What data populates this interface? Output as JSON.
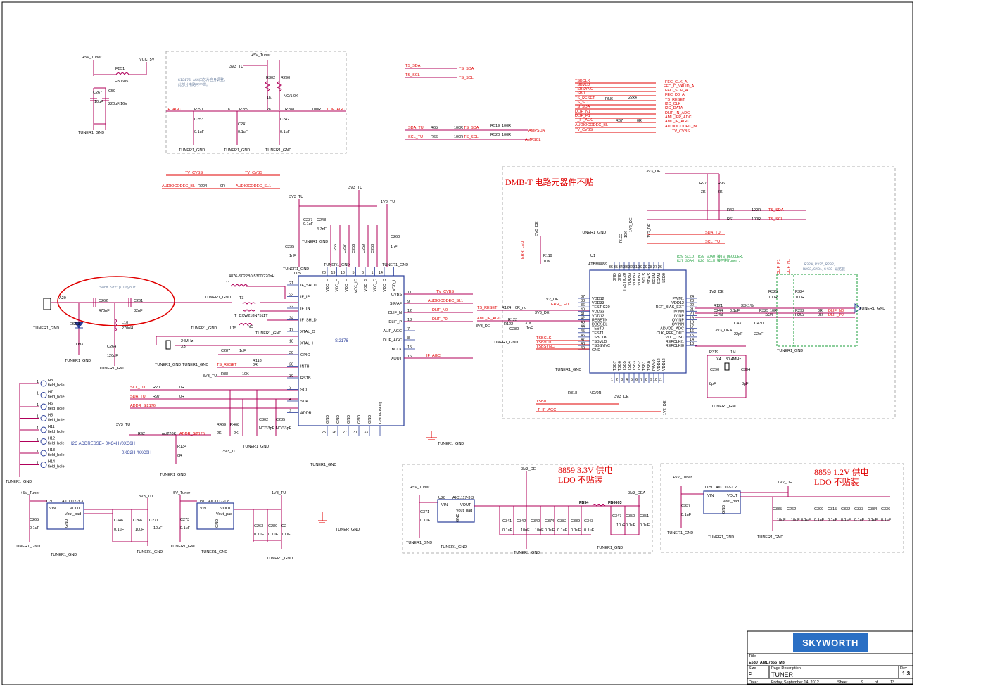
{
  "title_block": {
    "brand": "SKYWORTH",
    "title_label": "Title",
    "title_value": "E580_AML7366_M3",
    "size_label": "Size",
    "size_value": "C",
    "page_desc_label": "Page Description",
    "page_desc_value": "TUNER",
    "rev_label": "Rev",
    "rev_value": "1.3",
    "date_label": "Date:",
    "date_value": "Friday, September 14, 2012",
    "sheet_label": "Sheet",
    "sheet_value": "9",
    "of_label": "of",
    "of_value": "13"
  },
  "notes": {
    "strip_layout": "75ohm Strip Layout",
    "si2176_note1": "SI2176 AGC由芯片自身调整,",
    "si2176_note2": "此部分电路可不焊。",
    "dmbt_title": "DMB-T 电路元器件不贴",
    "i2c_address1": "I2C ADDRESSE= 0XC4H /0XC6H",
    "i2c_address2": "0XC2H /0XC0H",
    "ldo33_line1": "8859 3.3V 供电",
    "ldo33_line2": "LDO 不贴装",
    "ldo12_line1": "8859 1.2V 供电",
    "ldo12_line2": "LDO 不贴装",
    "sda_note1": "R29 SCLO, R30 SDAO 接TS DECODER,",
    "sda_note2": "R27 SDAM, R26 SCLM 接控制Tuner.",
    "resistor_note": "R324,R325,R282,",
    "resistor_note2": "R293,C431,C430 请贴装"
  },
  "chips": {
    "u25": {
      "ref": "U25",
      "part": "Si2176",
      "left_pins": [
        "IF_SHLD",
        "IF_IP",
        "IF_IN",
        "IF_SHLD",
        "XTAL_O",
        "XTAL_I",
        "GPIO",
        "INTB",
        "RSTB",
        "SCL",
        "SDA",
        "ADDR"
      ],
      "left_nums": [
        "21",
        "23",
        "22",
        "24",
        "17",
        "18",
        "29",
        "28",
        "30",
        "3",
        "4",
        "2"
      ],
      "right_pins": [
        "CVBS",
        "SIF/AF",
        "DLIF_N",
        "DLIF_P",
        "ALIF_AGC",
        "DLIF_AGC",
        "BCLK",
        "XOUT"
      ],
      "right_nums": [
        "11",
        "9",
        "12",
        "13",
        "7",
        "8",
        "15",
        "16"
      ],
      "top_pins": [
        "VDD_H",
        "VDD_H",
        "VDD_H",
        "VCC_IO",
        "VDD_S",
        "VDD_D",
        "VDD_D",
        "VDD_L"
      ],
      "top_nums": [
        "20",
        "19",
        "10",
        "5",
        "6",
        "1",
        "14"
      ],
      "bottom_pins": [
        "GND",
        "GND",
        "GND",
        "GND",
        "GND",
        "GND(EPAD)"
      ],
      "bottom_nums": [
        "25",
        "26",
        "27",
        "31",
        "33"
      ]
    },
    "u1": {
      "ref": "U1",
      "part": "ATBM8859",
      "left_pins": [
        "VDD12",
        "VDD33",
        "TESTIC20",
        "VDD33",
        "VDD12",
        "RESETN",
        "DBGSEL",
        "TEST0",
        "TEST1",
        "TSBCLK",
        "TSBVLD",
        "TSBSYNC",
        "GND"
      ],
      "left_nums": [
        "37",
        "38",
        "36",
        "40",
        "41",
        "42",
        "43",
        "44",
        "45",
        "46",
        "47",
        "48",
        "49"
      ],
      "right_pins": [
        "PWM1",
        "VDD12",
        "REF_BIAS_EXT",
        "IVINN",
        "IVINP",
        "QVINP",
        "QVINN",
        "ADVDD_ADC",
        "CLK_REF_OUT",
        "VDD_OSC",
        "REFCLKI1",
        "REFCLKI0"
      ],
      "right_nums": [
        "24",
        "23",
        "22",
        "21",
        "20",
        "19",
        "18",
        "17",
        "16",
        "15",
        "14",
        "13"
      ],
      "top_pins": [
        "GND",
        "GND",
        "TESTIC20",
        "VDD33",
        "VDD33",
        "VDD33",
        "SCLS",
        "SDAS",
        "SCLM",
        "SDAM",
        "LED0"
      ],
      "top_nums": [
        "36",
        "35",
        "34",
        "33",
        "32",
        "31",
        "30",
        "29",
        "28",
        "27",
        "26",
        "25"
      ],
      "bottom_pins": [
        "TSB7",
        "TSB6",
        "TSB5",
        "TSB4",
        "TSB3",
        "TSB2",
        "TSB1",
        "TSB0",
        "PWM0",
        "VDD12",
        "VDD12"
      ],
      "bottom_nums": [
        "1",
        "2",
        "3",
        "4",
        "5",
        "6",
        "7",
        "8",
        "9",
        "10",
        "11",
        "12"
      ]
    }
  },
  "nets": {
    "tuner_gnd": "TUNER1_GND",
    "tuner_gnd2": "TUNER_GND",
    "v5": "+5V_Tuner",
    "v33": "3V3_TU",
    "v18": "1V8_TU",
    "v33de": "3V3_DE",
    "v12de": "1V2_DE",
    "v33dea": "3V3_DEA",
    "vcc5v": "VCC_5V",
    "ts_sda": "TS_SDA",
    "ts_scl": "TS_SCL",
    "sda_tu": "SDA_TU",
    "scl_tu": "SCL_TU",
    "amp_sda": "AMPSDA",
    "amp_scl": "AMPSCL",
    "if_agc": "IF_AGC",
    "t_if_agc": "T_IF_AGC",
    "tv_cvbs": "TV_CVBS",
    "audio_bl": "AUDIOCODEC_BL",
    "audio_sl1": "AUDIOCODEC_SL1",
    "ts_reset": "TS_RESET",
    "dlif_n": "DLIF_N0",
    "dlif_p": "DLIF_P0",
    "dlif_n1": "DLIF_N1",
    "dlif_p1": "DLIF_P1",
    "aml_if_agc": "AML_IF_AGC",
    "addr_si": "ADDR_Si2176",
    "err_led": "ERR_LED",
    "tsb0": "TSB0",
    "tsbclk": "TSBCLK",
    "tsbvld": "TSBVLD",
    "tsbsync": "TSBSYNC",
    "tsb_d0": "TSB0",
    "fec_clk": "FEC_CLK_A",
    "fec_valid": "FEC_D_VALID_A",
    "fec_sop": "FEC_SOP_A",
    "fec_d0": "FEC_D0_A",
    "i2c_clk": "I2C_CLK",
    "i2c_data": "I2C_DATA",
    "dlif_adc": "DLIF_IN_ADC",
    "aml_ifp_adc": "AML_IFP_ADC",
    "aml_if_agc2": "AML_IF_AGC",
    "audio_bl2": "AUDIOCODEC_BL",
    "tv_cvbs2": "TV_CVBS"
  },
  "regulators": [
    {
      "ref": "U30",
      "part": "AIC1117-3.3",
      "vin": "VIN",
      "vout": "VOUT",
      "pad": "Vout_pad",
      "gnd": "GND"
    },
    {
      "ref": "U31",
      "part": "AIC1117-1.8",
      "vin": "VIN",
      "vout": "VOUT",
      "pad": "Vout_pad",
      "gnd": "GND"
    },
    {
      "ref": "U28",
      "part": "AIC1117-3.3",
      "vin": "VIN",
      "vout": "VOUT",
      "pad": "Vout_pad",
      "gnd": "GND"
    },
    {
      "ref": "U29",
      "part": "AIC1117-1.2",
      "vin": "VIN",
      "vout": "VOUT",
      "pad": "Vout_pad",
      "gnd": "GND"
    }
  ],
  "field_holes": [
    "H8",
    "H7",
    "H6",
    "H5",
    "H11",
    "H12",
    "H13",
    "H14"
  ],
  "field_hole_label": "field_hole",
  "parts": {
    "fb51": "FB51",
    "fb0605": "FB0605",
    "c267": "C267",
    "c59": "C59",
    "c59v": "220uF/16V",
    "c267v": "10uF",
    "r291": "R291",
    "r289": "R289",
    "r288": "R288",
    "r302": "R302",
    "r290": "R290",
    "nc1k": "NC/1.0K",
    "c253": "C253",
    "c241": "C241",
    "c242": "C242",
    "v01uf": "0.1uF",
    "v1k": "1K",
    "v2k": "2K",
    "v100r": "100R",
    "r65": "R65",
    "r66": "R66",
    "r519": "R519",
    "r520": "R520",
    "a20": "A20",
    "c262": "C262",
    "c261": "C261",
    "v470pf": "470pF",
    "v82pf": "82pF",
    "l10": "L10",
    "v270nh": "270nH",
    "c264": "C264",
    "v120pf": "120pF",
    "esd": "ESD3",
    "d93": "D93",
    "l11": "L11",
    "t3": "T3",
    "l15": "L15",
    "t3part": "T_DXW218N7511T",
    "l11part": "4876-S022B0-5300/220nH",
    "nc": "NC",
    "x3": "X3",
    "v24mhz": "24MHz",
    "c287": "C287",
    "v1uf": "1uF",
    "r118": "R118",
    "r88": "R88",
    "v10k": "10K",
    "v0r": "0R",
    "r20": "R20",
    "r97": "R97",
    "r469": "R469",
    "r468": "R468",
    "c302": "C302",
    "c285": "C285",
    "nc33pf": "NC/33pF",
    "r92": "R92",
    "nc220k": "nc/220K",
    "r134": "R134",
    "c237": "C237",
    "c248": "C248",
    "v4_7nf": "4.7nF",
    "c235": "C235",
    "c260": "C260",
    "c266": "C266",
    "c257": "C257",
    "c256": "C256",
    "c259": "C259",
    "c258": "C258",
    "r204": "R204",
    "r43": "R43",
    "r61": "R61",
    "r96": "R96",
    "r97b": "R97",
    "r119": "R119",
    "r122": "R122",
    "r123": "R123",
    "r124": "R124",
    "r319": "R319",
    "v1m": "1M",
    "x4": "X4",
    "v30mhz": "30.4MHz",
    "c290": "C290",
    "c304": "C304",
    "v8pf": "8pF",
    "r121": "R121",
    "c244": "C244",
    "c243": "C243",
    "c431": "C431",
    "c430": "C430",
    "v22pf": "22pF",
    "r325": "R325",
    "r324": "R324",
    "r292": "R292",
    "r293": "R293",
    "r318": "R318",
    "nc0r": "NC/0R",
    "v31k": "31K",
    "v33k1": "33K1%",
    "rn6": "RN6",
    "v22x4": "22x4",
    "r67": "R67",
    "c265": "C265",
    "c346": "C346",
    "c266b": "C266",
    "c271": "C271",
    "v10uf": "10uF",
    "c273": "C273",
    "c263": "C263",
    "c280": "C280",
    "c2": "C2",
    "c371": "C371",
    "c341": "C341",
    "c342": "C342",
    "c340": "C340",
    "c374": "C374",
    "c382": "C382",
    "c339": "C339",
    "c343": "C343",
    "fb54": "FB54",
    "fb0603": "FB0603",
    "c347": "C347",
    "c350": "C350",
    "c351": "C351",
    "c337": "C337",
    "c335": "C335",
    "c262b": "C262",
    "c309": "C309",
    "c315": "C315",
    "c332": "C332",
    "c333": "C333",
    "c334": "C334",
    "c336": "C336",
    "r0r_nc": "0R_nc",
    "v1nf": "1nF",
    "v10r": "10R"
  }
}
